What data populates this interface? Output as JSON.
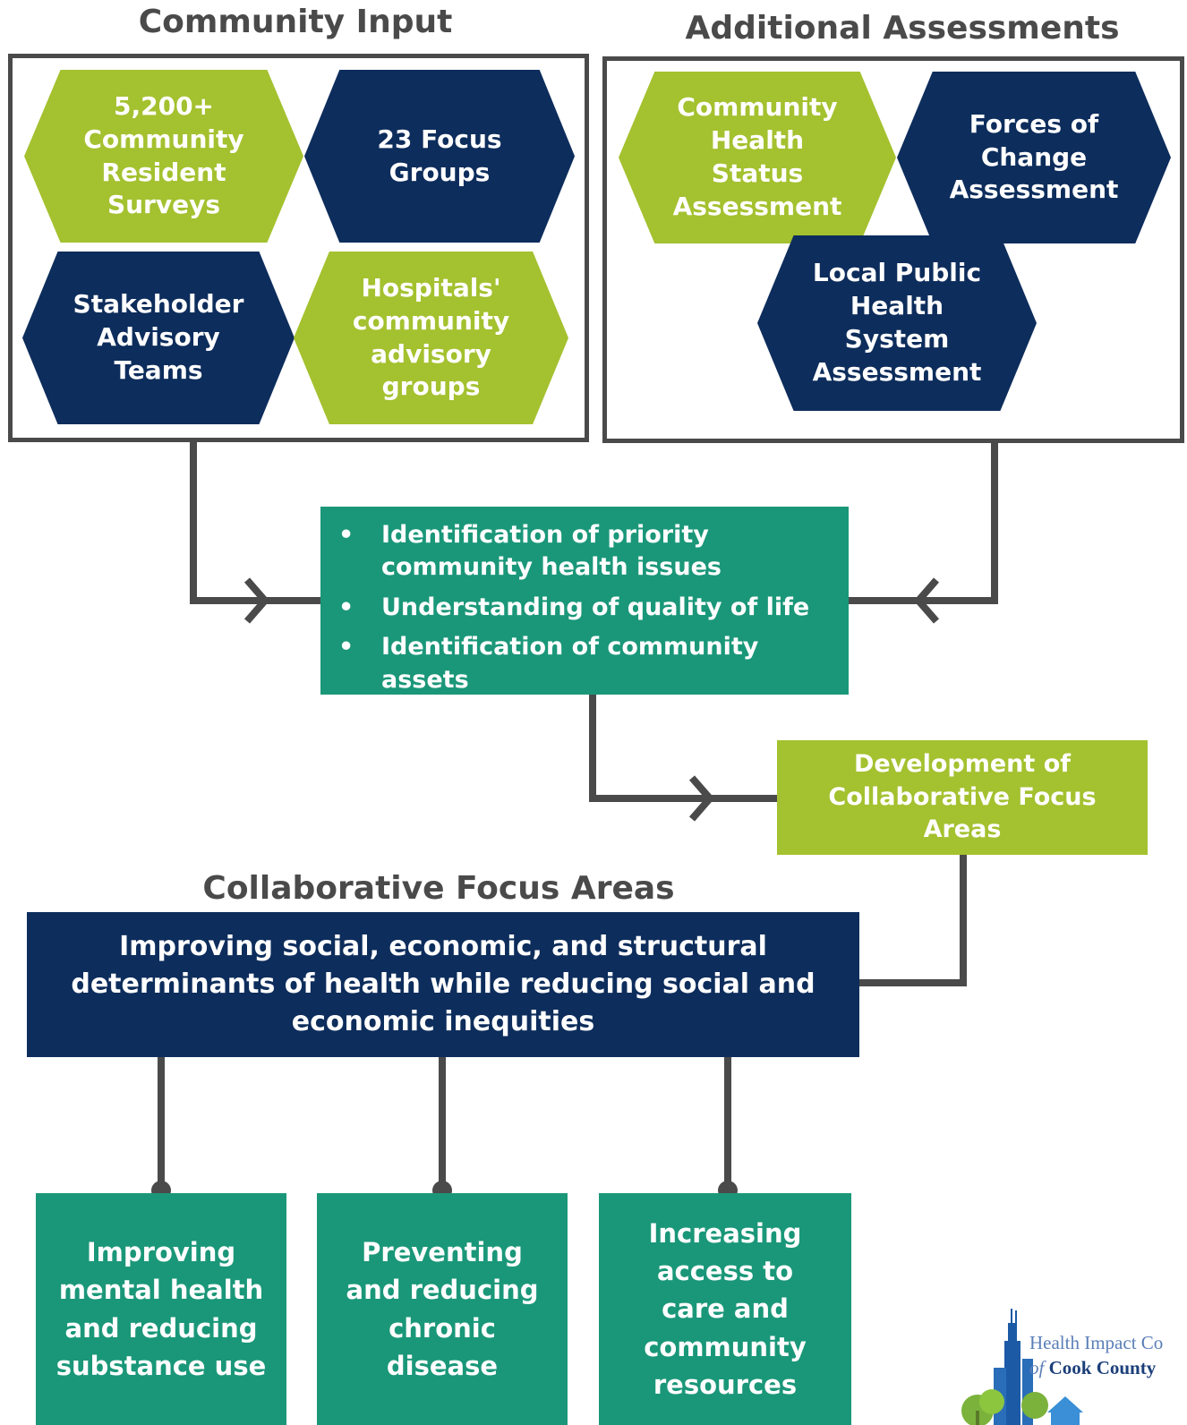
{
  "community_input": {
    "title": "Community Input",
    "items": [
      {
        "text": "5,200+ Community Resident Surveys"
      },
      {
        "text": "23 Focus Groups"
      },
      {
        "text": "Stakeholder Advisory Teams"
      },
      {
        "text": "Hospitals' community advisory groups"
      }
    ]
  },
  "additional_assessments": {
    "title": "Additional Assessments",
    "items": [
      {
        "text": "Community Health Status Assessment"
      },
      {
        "text": "Forces of Change Assessment"
      },
      {
        "text": "Local Public Health System Assessment"
      }
    ]
  },
  "findings": {
    "bullet_symbol": "•",
    "items": [
      "Identification of priority community health issues",
      "Understanding of quality of life",
      "Identification of community assets"
    ]
  },
  "development_box": {
    "text": "Development of Collaborative Focus Areas"
  },
  "focus_areas": {
    "title": "Collaborative Focus Areas",
    "main": "Improving social, economic, and structural determinants of health while reducing social and economic inequities",
    "items": [
      "Improving mental health and reducing substance use",
      "Preventing and reducing chronic disease",
      "Increasing access to care and community resources"
    ]
  },
  "logo": {
    "line1": "Health Impact Co",
    "line2_prefix": "of",
    "line2_name": "Cook County"
  },
  "colors": {
    "green": "#a4c12f",
    "navy": "#0d2d5c",
    "teal": "#1a9779",
    "connector": "#4a4a4a"
  }
}
